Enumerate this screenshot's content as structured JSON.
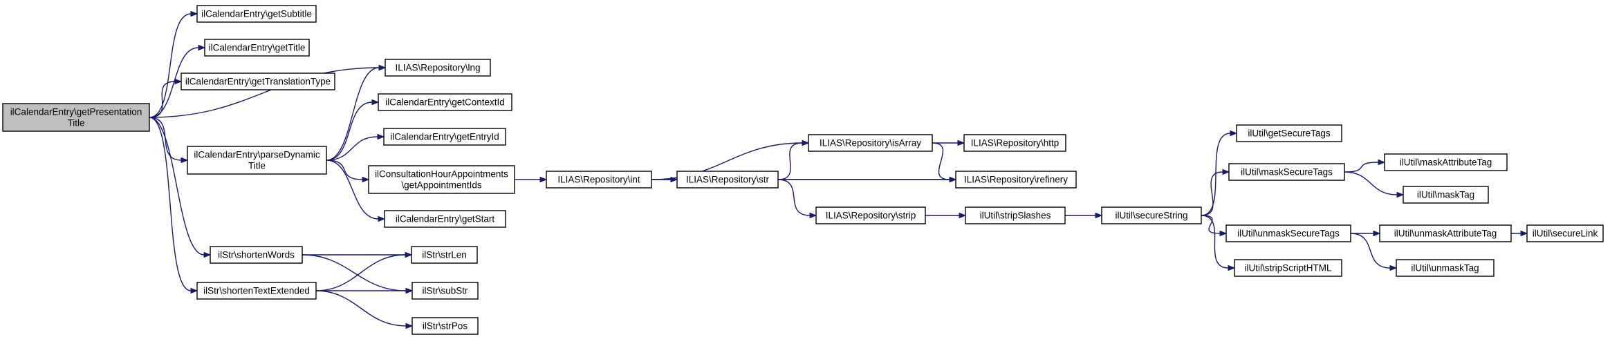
{
  "colors": {
    "edge": "#191970",
    "root_fill": "#bfbfbf",
    "node_fill": "#ffffff",
    "border": "#000000"
  },
  "nodes": [
    {
      "id": "root",
      "lines": [
        "ilCalendarEntry\\getPresentation",
        "Title"
      ],
      "root": true
    },
    {
      "id": "getSubtitle",
      "lines": [
        "ilCalendarEntry\\getSubtitle"
      ]
    },
    {
      "id": "getTitle",
      "lines": [
        "ilCalendarEntry\\getTitle"
      ]
    },
    {
      "id": "getTranslationType",
      "lines": [
        "ilCalendarEntry\\getTranslationType"
      ]
    },
    {
      "id": "lng",
      "lines": [
        "ILIAS\\Repository\\lng"
      ]
    },
    {
      "id": "parseDynamic",
      "lines": [
        "ilCalendarEntry\\parseDynamic",
        "Title"
      ]
    },
    {
      "id": "getContextId",
      "lines": [
        "ilCalendarEntry\\getContextId"
      ]
    },
    {
      "id": "getEntryId",
      "lines": [
        "ilCalendarEntry\\getEntryId"
      ]
    },
    {
      "id": "consultation",
      "lines": [
        "ilConsultationHourAppointments",
        "\\getAppointmentIds"
      ]
    },
    {
      "id": "getStart",
      "lines": [
        "ilCalendarEntry\\getStart"
      ]
    },
    {
      "id": "shortenWords",
      "lines": [
        "ilStr\\shortenWords"
      ]
    },
    {
      "id": "shortenTextExtended",
      "lines": [
        "ilStr\\shortenTextExtended"
      ]
    },
    {
      "id": "strLen",
      "lines": [
        "ilStr\\strLen"
      ]
    },
    {
      "id": "subStr",
      "lines": [
        "ilStr\\subStr"
      ]
    },
    {
      "id": "strPos",
      "lines": [
        "ilStr\\strPos"
      ]
    },
    {
      "id": "int",
      "lines": [
        "ILIAS\\Repository\\int"
      ]
    },
    {
      "id": "isArray",
      "lines": [
        "ILIAS\\Repository\\isArray"
      ]
    },
    {
      "id": "str",
      "lines": [
        "ILIAS\\Repository\\str"
      ]
    },
    {
      "id": "strip",
      "lines": [
        "ILIAS\\Repository\\strip"
      ]
    },
    {
      "id": "http",
      "lines": [
        "ILIAS\\Repository\\http"
      ]
    },
    {
      "id": "refinery",
      "lines": [
        "ILIAS\\Repository\\refinery"
      ]
    },
    {
      "id": "stripSlashes",
      "lines": [
        "ilUtil\\stripSlashes"
      ]
    },
    {
      "id": "secureString",
      "lines": [
        "ilUtil\\secureString"
      ]
    },
    {
      "id": "getSecureTags",
      "lines": [
        "ilUtil\\getSecureTags"
      ]
    },
    {
      "id": "maskSecureTags",
      "lines": [
        "ilUtil\\maskSecureTags"
      ]
    },
    {
      "id": "unmaskSecureTags",
      "lines": [
        "ilUtil\\unmaskSecureTags"
      ]
    },
    {
      "id": "stripScriptHTML",
      "lines": [
        "ilUtil\\stripScriptHTML"
      ]
    },
    {
      "id": "maskAttributeTag",
      "lines": [
        "ilUtil\\maskAttributeTag"
      ]
    },
    {
      "id": "maskTag",
      "lines": [
        "ilUtil\\maskTag"
      ]
    },
    {
      "id": "unmaskAttributeTag",
      "lines": [
        "ilUtil\\unmaskAttributeTag"
      ]
    },
    {
      "id": "unmaskTag",
      "lines": [
        "ilUtil\\unmaskTag"
      ]
    },
    {
      "id": "secureLink",
      "lines": [
        "ilUtil\\secureLink"
      ]
    }
  ],
  "edges": [
    [
      "root",
      "getSubtitle"
    ],
    [
      "root",
      "getTitle"
    ],
    [
      "root",
      "getTranslationType"
    ],
    [
      "root",
      "lng"
    ],
    [
      "root",
      "parseDynamic"
    ],
    [
      "root",
      "shortenWords"
    ],
    [
      "root",
      "shortenTextExtended"
    ],
    [
      "parseDynamic",
      "lng"
    ],
    [
      "parseDynamic",
      "getContextId"
    ],
    [
      "parseDynamic",
      "getEntryId"
    ],
    [
      "parseDynamic",
      "consultation"
    ],
    [
      "parseDynamic",
      "getStart"
    ],
    [
      "consultation",
      "int"
    ],
    [
      "int",
      "isArray"
    ],
    [
      "int",
      "str"
    ],
    [
      "int",
      "refinery"
    ],
    [
      "str",
      "isArray"
    ],
    [
      "str",
      "refinery"
    ],
    [
      "str",
      "strip"
    ],
    [
      "isArray",
      "http"
    ],
    [
      "isArray",
      "refinery"
    ],
    [
      "strip",
      "stripSlashes"
    ],
    [
      "stripSlashes",
      "secureString"
    ],
    [
      "secureString",
      "getSecureTags"
    ],
    [
      "secureString",
      "maskSecureTags"
    ],
    [
      "secureString",
      "unmaskSecureTags"
    ],
    [
      "secureString",
      "stripScriptHTML"
    ],
    [
      "maskSecureTags",
      "maskAttributeTag"
    ],
    [
      "maskSecureTags",
      "maskTag"
    ],
    [
      "unmaskSecureTags",
      "unmaskAttributeTag"
    ],
    [
      "unmaskSecureTags",
      "unmaskTag"
    ],
    [
      "unmaskAttributeTag",
      "secureLink"
    ],
    [
      "shortenWords",
      "strLen"
    ],
    [
      "shortenWords",
      "subStr"
    ],
    [
      "shortenTextExtended",
      "strLen"
    ],
    [
      "shortenTextExtended",
      "subStr"
    ],
    [
      "shortenTextExtended",
      "strPos"
    ]
  ]
}
